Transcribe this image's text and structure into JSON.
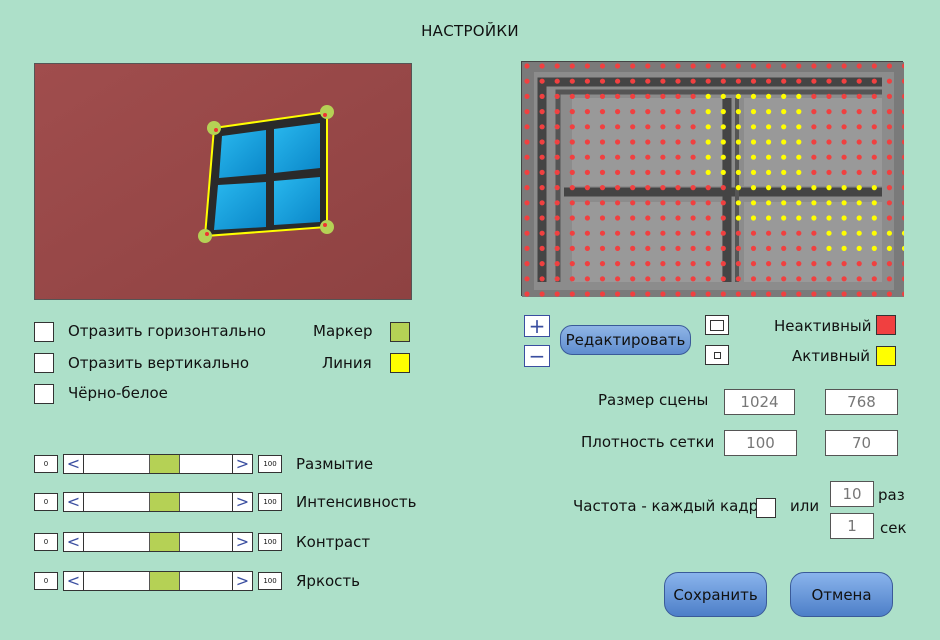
{
  "title": "НАСТРОЙКИ",
  "options": {
    "flip_h": "Отразить горизонтально",
    "flip_v": "Отразить вертикально",
    "bw": "Чёрно-белое"
  },
  "colors": {
    "marker_label": "Маркер",
    "line_label": "Линия",
    "marker_color": "#b5d155",
    "line_color": "#ffff00",
    "inactive_label": "Неактивный",
    "active_label": "Активный",
    "inactive_color": "#f04040",
    "active_color": "#ffff00"
  },
  "sliders": [
    {
      "label": "Размытие",
      "min": "0",
      "max": "100",
      "value": 55
    },
    {
      "label": "Интенсивность",
      "min": "0",
      "max": "100",
      "value": 55
    },
    {
      "label": "Контраст",
      "min": "0",
      "max": "100",
      "value": 55
    },
    {
      "label": "Яркость",
      "min": "0",
      "max": "100",
      "value": 55
    }
  ],
  "editor": {
    "plus": "+",
    "minus": "−",
    "edit_label": "Редактировать"
  },
  "scene": {
    "size_label": "Размер сцены",
    "width": "1024",
    "height": "768",
    "density_label": "Плотность сетки",
    "density_x": "100",
    "density_y": "70"
  },
  "frequency": {
    "label": "Частота - каждый кадр",
    "or": "или",
    "times_value": "10",
    "times_unit": "раз",
    "sec_value": "1",
    "sec_unit": "сек"
  },
  "buttons": {
    "save": "Сохранить",
    "cancel": "Отмена"
  }
}
